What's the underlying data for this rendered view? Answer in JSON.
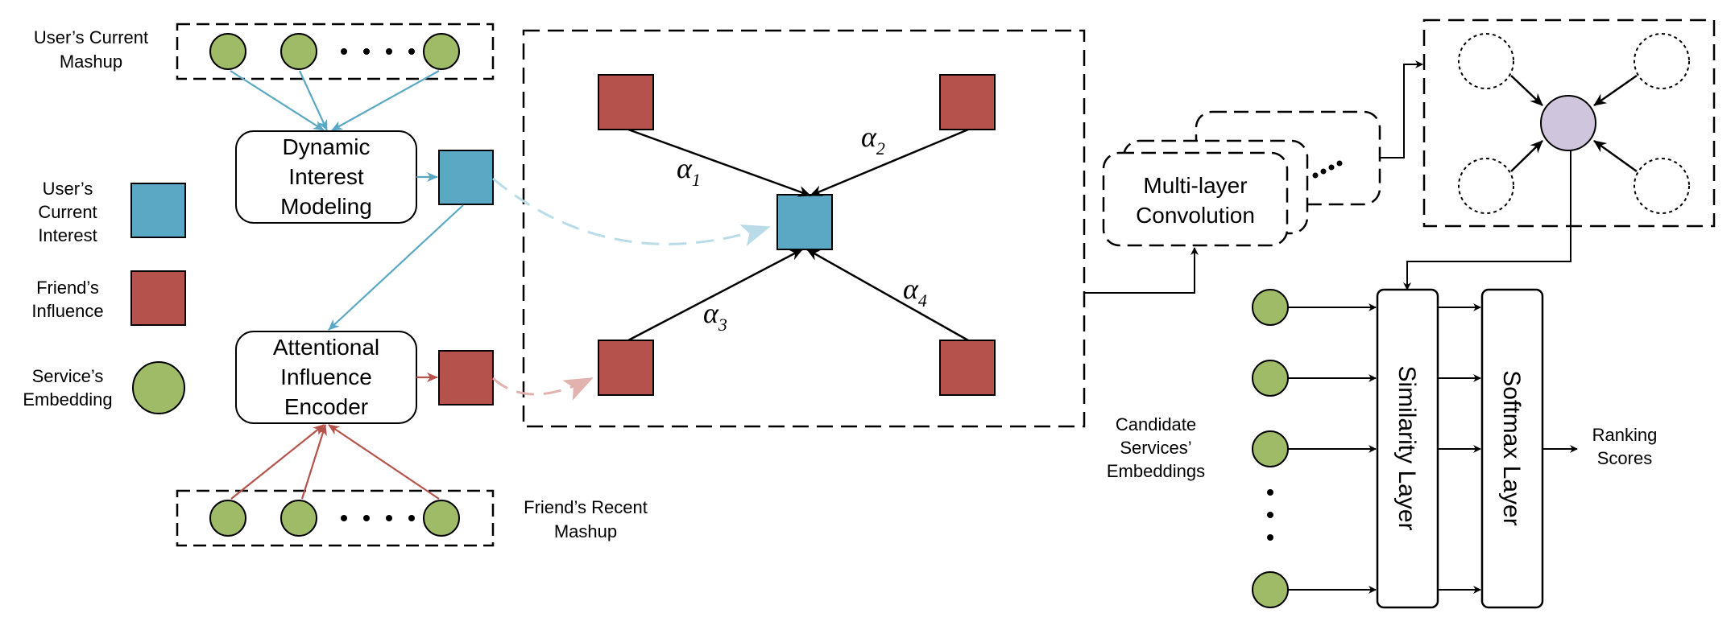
{
  "colors": {
    "interest_blue": "#5ba8c4",
    "friend_red": "#b5524b",
    "service_green": "#9fbb68",
    "node_purple": "#cfc6dd",
    "arrow_blue": "#5ba8c4",
    "arrow_red": "#b5524b",
    "arrow_light_blue": "#b9dce8",
    "arrow_light_red": "#e2b2ae"
  },
  "legend": {
    "users_current_interest": [
      "User’s",
      "Current",
      "Interest"
    ],
    "friends_influence": [
      "Friend’s",
      "Influence"
    ],
    "services_embedding": [
      "Service’s",
      "Embedding"
    ]
  },
  "labels": {
    "users_current_mashup": [
      "User’s Current",
      "Mashup"
    ],
    "friends_recent_mashup": [
      "Friend’s Recent",
      "Mashup"
    ],
    "candidate_services": [
      "Candidate",
      "Services’",
      "Embeddings"
    ],
    "ranking_scores": [
      "Ranking",
      "Scores"
    ]
  },
  "boxes": {
    "dynamic_interest": [
      "Dynamic",
      "Interest",
      "Modeling"
    ],
    "attentional_influence": [
      "Attentional",
      "Influence",
      "Encoder"
    ],
    "multi_layer_conv": [
      "Multi-layer",
      "Convolution"
    ],
    "similarity_layer": "Similarity Layer",
    "softmax_layer": "Softmax Layer"
  },
  "attention_weights": [
    {
      "symbol": "α",
      "sub": "1"
    },
    {
      "symbol": "α",
      "sub": "2"
    },
    {
      "symbol": "α",
      "sub": "3"
    },
    {
      "symbol": "α",
      "sub": "4"
    }
  ],
  "icons": {
    "seq_dots": "ellipsis-icon",
    "stack_dots": "diagonal-ellipsis-icon",
    "vertical_dots": "vertical-ellipsis-icon"
  }
}
